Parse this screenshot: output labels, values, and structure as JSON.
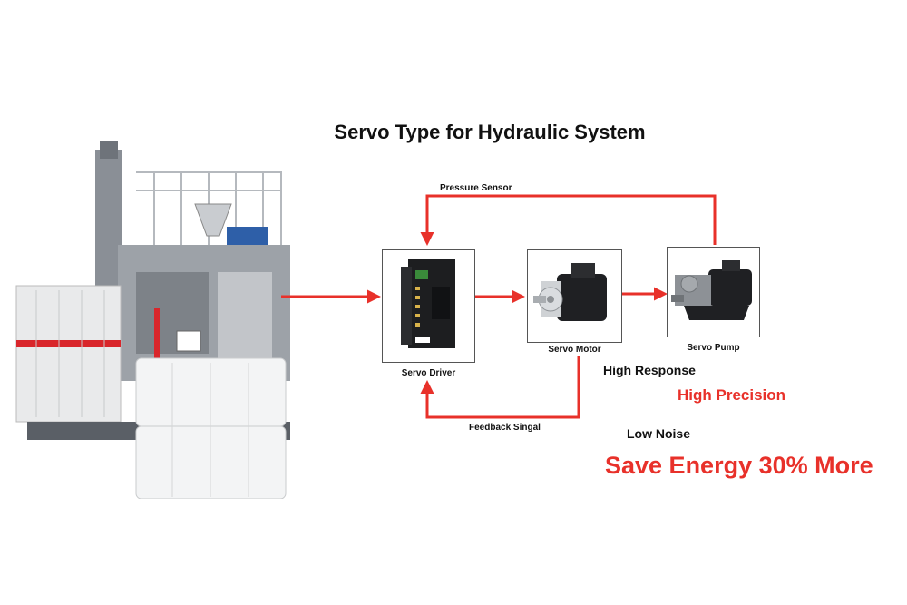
{
  "title": "Servo Type for Hydraulic System",
  "components": {
    "driver": "Servo Driver",
    "motor": "Servo Motor",
    "pump": "Servo Pump"
  },
  "signals": {
    "pressure": "Pressure Sensor",
    "feedback": "Feedback Singal"
  },
  "benefits": {
    "response": "High Response",
    "precision": "High Precision",
    "noise": "Low Noise",
    "energy": "Save Energy 30% More"
  },
  "colors": {
    "accent": "#e8312a",
    "text": "#111111"
  }
}
